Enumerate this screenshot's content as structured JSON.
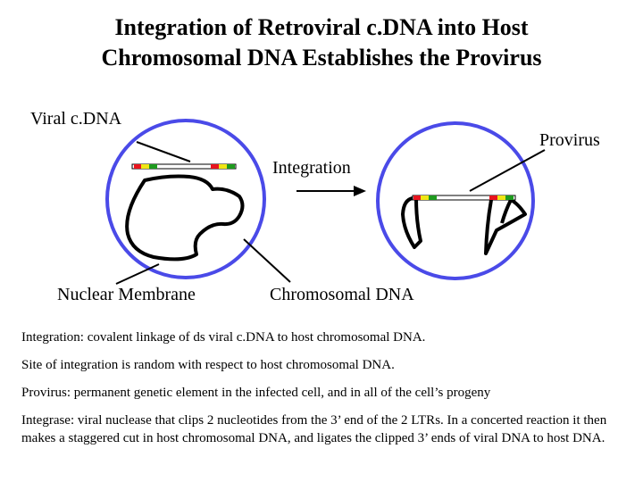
{
  "title": {
    "line1": "Integration of Retroviral c.DNA into Host",
    "line2": "Chromosomal DNA Establishes the Provirus"
  },
  "labels": {
    "viral_cdna": "Viral c.DNA",
    "provirus": "Provirus",
    "integration": "Integration",
    "nuclear_membrane": "Nuclear Membrane",
    "chromosomal_dna": "Chromosomal DNA"
  },
  "colors": {
    "membrane": "#4a4ae8",
    "ltr_red": "#e8141e",
    "ltr_yellow": "#f0e614",
    "ltr_green": "#1e9a1e",
    "dna": "#000000"
  },
  "notes": [
    "Integration: covalent linkage of ds viral c.DNA to host chromosomal DNA.",
    "Site of integration is random with respect to host chromosomal DNA.",
    "Provirus: permanent genetic element in the infected cell, and in all of the cell’s progeny",
    "Integrase: viral nuclease that clips 2 nucleotides from the 3’ end of the 2 LTRs. In a concerted reaction it then makes a staggered cut in host chromosomal DNA, and ligates the clipped 3’ ends of viral DNA to host DNA."
  ]
}
